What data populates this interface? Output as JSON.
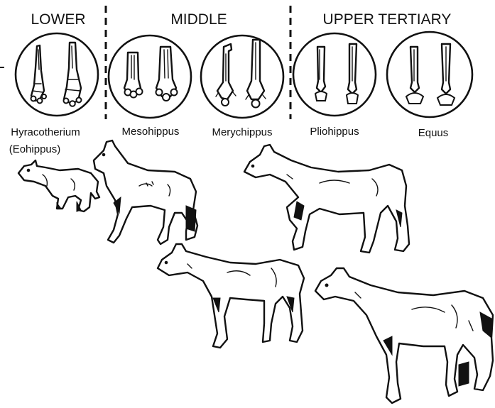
{
  "periods": [
    "LOWER",
    "MIDDLE",
    "UPPER TERTIARY"
  ],
  "species": [
    {
      "name": "Hyracotherium",
      "alt": "(Eohippus)"
    },
    {
      "name": "Mesohippus"
    },
    {
      "name": "Merychippus"
    },
    {
      "name": "Pliohippus"
    },
    {
      "name": "Equus"
    }
  ]
}
